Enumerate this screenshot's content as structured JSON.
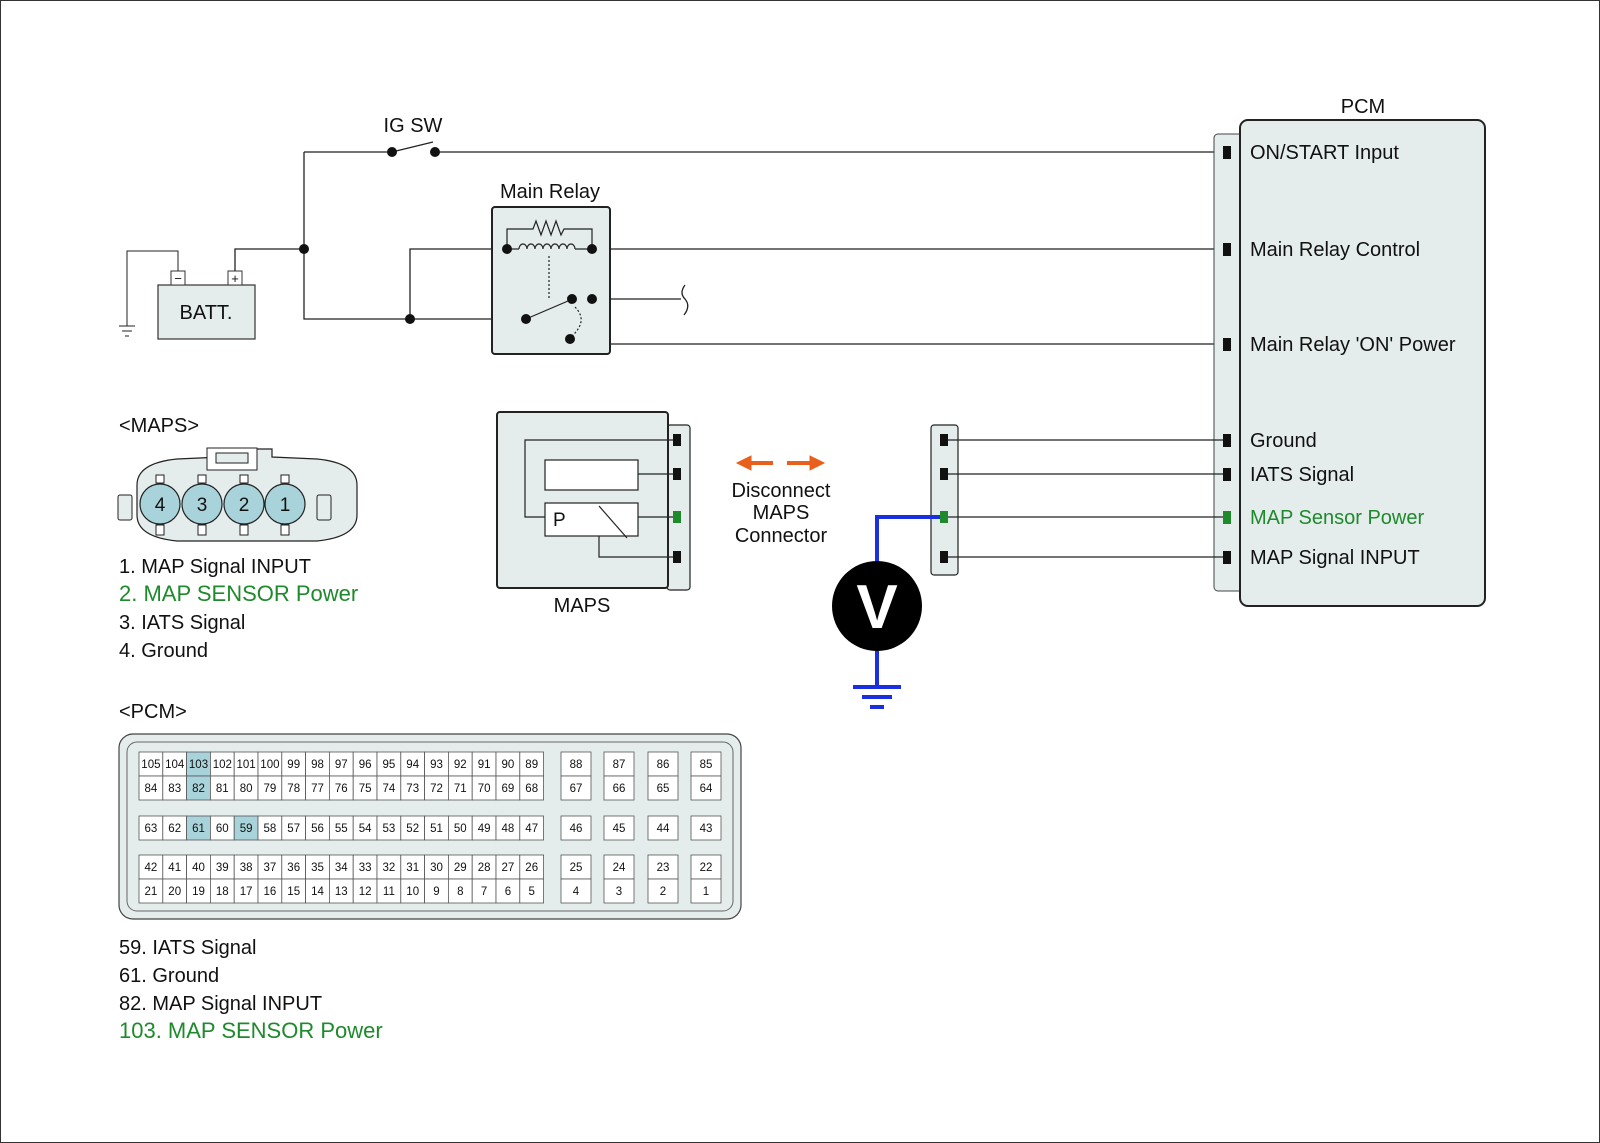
{
  "colors": {
    "accent_green": "#1e8a2c",
    "meter_wire": "#1a2fe0",
    "arrow": "#e8601c",
    "panel_fill": "#e4ecec",
    "pin_highlight": "#a9d3da"
  },
  "labels": {
    "ig_sw": "IG SW",
    "main_relay": "Main Relay",
    "batt": "BATT.",
    "pcm_title": "PCM",
    "maps_section": "<MAPS>",
    "maps_component": "MAPS",
    "pcm_section": "<PCM>",
    "disconnect": [
      "Disconnect",
      "MAPS",
      "Connector"
    ],
    "voltmeter": "V",
    "batt_minus": "−",
    "batt_plus": "+",
    "sensor_p": "P"
  },
  "pcm_pins": [
    {
      "label": "ON/START Input",
      "highlight": false
    },
    {
      "label": "Main Relay Control",
      "highlight": false
    },
    {
      "label": "Main Relay 'ON' Power",
      "highlight": false
    },
    {
      "label": "Ground",
      "highlight": false
    },
    {
      "label": "IATS Signal",
      "highlight": false
    },
    {
      "label": "MAP Sensor Power",
      "highlight": true
    },
    {
      "label": "MAP Signal  INPUT",
      "highlight": false
    }
  ],
  "maps_connector_pins": [
    "4",
    "3",
    "2",
    "1"
  ],
  "maps_pin_list": [
    {
      "text": "1. MAP Signal  INPUT",
      "highlight": false
    },
    {
      "text": "2. MAP SENSOR Power",
      "highlight": true
    },
    {
      "text": "3. IATS Signal",
      "highlight": false
    },
    {
      "text": "4. Ground",
      "highlight": false
    }
  ],
  "pcm_connector": {
    "rows": [
      [
        "105",
        "104",
        "103",
        "102",
        "101",
        "100",
        "99",
        "98",
        "97",
        "96",
        "95",
        "94",
        "93",
        "92",
        "91",
        "90",
        "89"
      ],
      [
        "84",
        "83",
        "82",
        "81",
        "80",
        "79",
        "78",
        "77",
        "76",
        "75",
        "74",
        "73",
        "72",
        "71",
        "70",
        "69",
        "68"
      ],
      [
        "63",
        "62",
        "61",
        "60",
        "59",
        "58",
        "57",
        "56",
        "55",
        "54",
        "53",
        "52",
        "51",
        "50",
        "49",
        "48",
        "47"
      ],
      [
        "42",
        "41",
        "40",
        "39",
        "38",
        "37",
        "36",
        "35",
        "34",
        "33",
        "32",
        "31",
        "30",
        "29",
        "28",
        "27",
        "26"
      ],
      [
        "21",
        "20",
        "19",
        "18",
        "17",
        "16",
        "15",
        "14",
        "13",
        "12",
        "11",
        "10",
        "9",
        "8",
        "7",
        "6",
        "5"
      ]
    ],
    "side_rows": [
      [
        "88",
        "87",
        "86",
        "85"
      ],
      [
        "67",
        "66",
        "65",
        "64"
      ],
      [
        "46",
        "45",
        "44",
        "43"
      ],
      [
        "25",
        "24",
        "23",
        "22"
      ],
      [
        "4",
        "3",
        "2",
        "1"
      ]
    ],
    "highlighted": [
      "103",
      "82",
      "61",
      "59"
    ]
  },
  "pcm_pin_list": [
    {
      "text": "59. IATS Signal",
      "highlight": false
    },
    {
      "text": "61. Ground",
      "highlight": false
    },
    {
      "text": "82. MAP Signal  INPUT",
      "highlight": false
    },
    {
      "text": "103. MAP SENSOR Power",
      "highlight": true
    }
  ]
}
